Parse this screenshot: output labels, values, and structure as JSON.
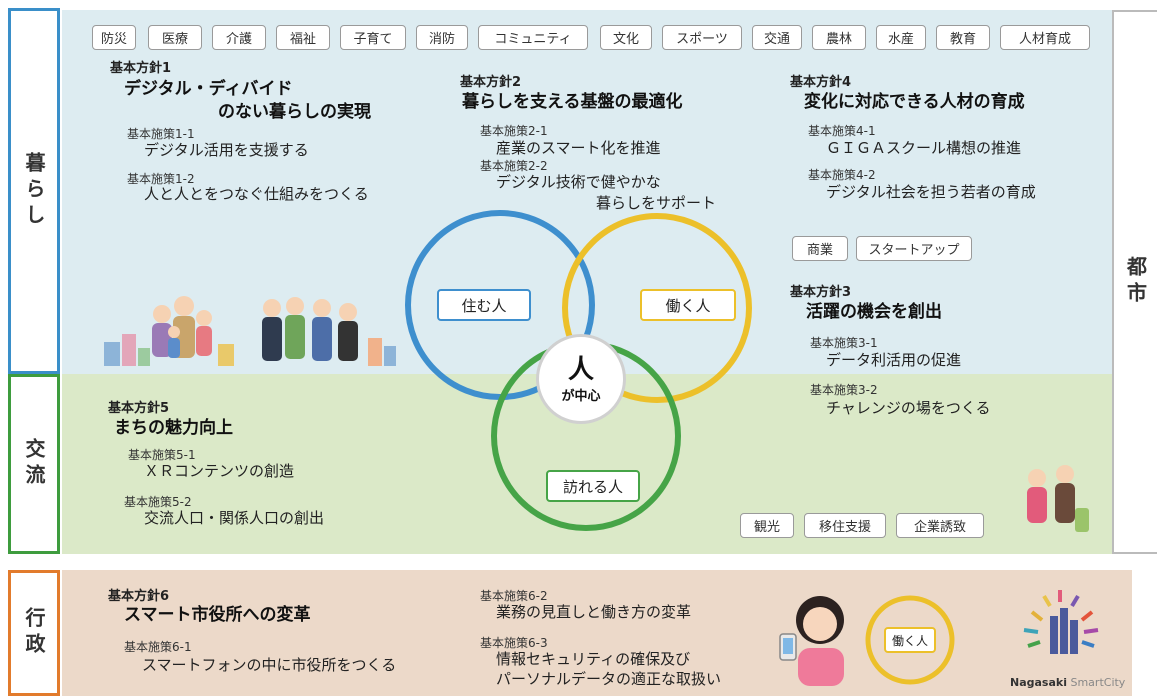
{
  "side_labels": {
    "living": "暮らし",
    "exchange": "交流",
    "admin": "行政",
    "city": "都市"
  },
  "top_tags": [
    "防災",
    "医療",
    "介護",
    "福祉",
    "子育て",
    "消防",
    "コミュニティ",
    "文化",
    "スポーツ",
    "交通",
    "農林",
    "水産",
    "教育",
    "人材育成"
  ],
  "policies": {
    "p1": {
      "head": "基本方針1",
      "title_line1": "デジタル・ディバイド",
      "title_line2": "のない暮らしの実現",
      "m1_head": "基本施策1-1",
      "m1_text": "デジタル活用を支援する",
      "m2_head": "基本施策1-2",
      "m2_text": "人と人とをつなぐ仕組みをつくる"
    },
    "p2": {
      "head": "基本方針2",
      "title": "暮らしを支える基盤の最適化",
      "m1_head": "基本施策2-1",
      "m1_text": "産業のスマート化を推進",
      "m2_head": "基本施策2-2",
      "m2_text_line1": "デジタル技術で健やかな",
      "m2_text_line2": "暮らしをサポート"
    },
    "p3": {
      "head": "基本方針3",
      "title": "活躍の機会を創出",
      "m1_head": "基本施策3-1",
      "m1_text": "データ利活用の促進",
      "m2_head": "基本施策3-2",
      "m2_text": "チャレンジの場をつくる"
    },
    "p4": {
      "head": "基本方針4",
      "title": "変化に対応できる人材の育成",
      "m1_head": "基本施策4-1",
      "m1_text": "ＧＩＧＡスクール構想の推進",
      "m2_head": "基本施策4-2",
      "m2_text": "デジタル社会を担う若者の育成"
    },
    "p5": {
      "head": "基本方針5",
      "title": "まちの魅力向上",
      "m1_head": "基本施策5-1",
      "m1_text": "ＸＲコンテンツの創造",
      "m2_head": "基本施策5-2",
      "m2_text": "交流人口・関係人口の創出"
    },
    "p6": {
      "head": "基本方針6",
      "title": "スマート市役所への変革",
      "m1_head": "基本施策6-1",
      "m1_text": "スマートフォンの中に市役所をつくる",
      "m2_head": "基本施策6-2",
      "m2_text": "業務の見直しと働き方の変革",
      "m3_head": "基本施策6-3",
      "m3_text_line1": "情報セキュリティの確保及び",
      "m3_text_line2": "パーソナルデータの適正な取扱い"
    }
  },
  "mid_tags": [
    "商業",
    "スタートアップ"
  ],
  "bottom_tags": [
    "観光",
    "移住支援",
    "企業誘致"
  ],
  "venn": {
    "live": "住む人",
    "work": "働く人",
    "visit": "訪れる人",
    "center_main": "人",
    "center_sub": "が中心",
    "colors": {
      "live": "#3e8fce",
      "work": "#ecc02a",
      "visit": "#46a447"
    }
  },
  "admin_badge": "働く人",
  "logo": {
    "name_bold": "Nagasaki",
    "name_light": "SmartCity"
  }
}
